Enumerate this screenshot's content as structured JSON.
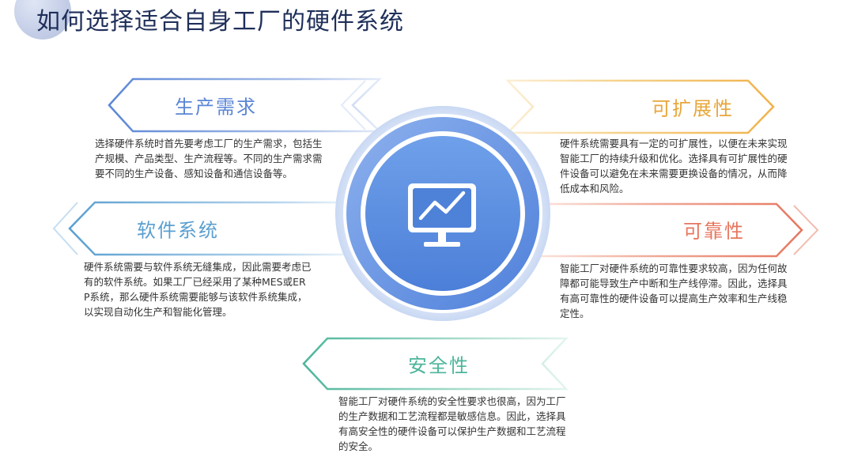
{
  "title": "如何选择适合自身工厂的硬件系统",
  "center": {
    "icon": "chart-monitor-icon"
  },
  "colors": {
    "title": "#1f2f5a",
    "circle": "#5b8fe0",
    "production": "#5b86d6",
    "software": "#5a9fd0",
    "security": "#4cb59a",
    "scalability": "#f0b24a",
    "reliability": "#e6765e"
  },
  "sections": {
    "production": {
      "label": "生产需求",
      "text": "选择硬件系统时首先要考虑工厂的生产需求，包括生产规模、产品类型、生产流程等。不同的生产需求需要不同的生产设备、感知设备和通信设备等。"
    },
    "software": {
      "label": "软件系统",
      "text": "硬件系统需要与软件系统无缝集成，因此需要考虑已有的软件系统。如果工厂已经采用了某种MES或ERP系统，那么硬件系统需要能够与该软件系统集成，以实现自动化生产和智能化管理。"
    },
    "security": {
      "label": "安全性",
      "text": "智能工厂对硬件系统的安全性要求也很高，因为工厂的生产数据和工艺流程都是敏感信息。因此，选择具有高安全性的硬件设备可以保护生产数据和工艺流程的安全。"
    },
    "scalability": {
      "label": "可扩展性",
      "text": "硬件系统需要具有一定的可扩展性，以便在未来实现智能工厂的持续升级和优化。选择具有可扩展性的硬件设备可以避免在未来需要更换设备的情况，从而降低成本和风险。"
    },
    "reliability": {
      "label": "可靠性",
      "text": "智能工厂对硬件系统的可靠性要求较高，因为任何故障都可能导致生产中断和生产线停滞。因此，选择具有高可靠性的硬件设备可以提高生产效率和生产线稳定性。"
    }
  }
}
